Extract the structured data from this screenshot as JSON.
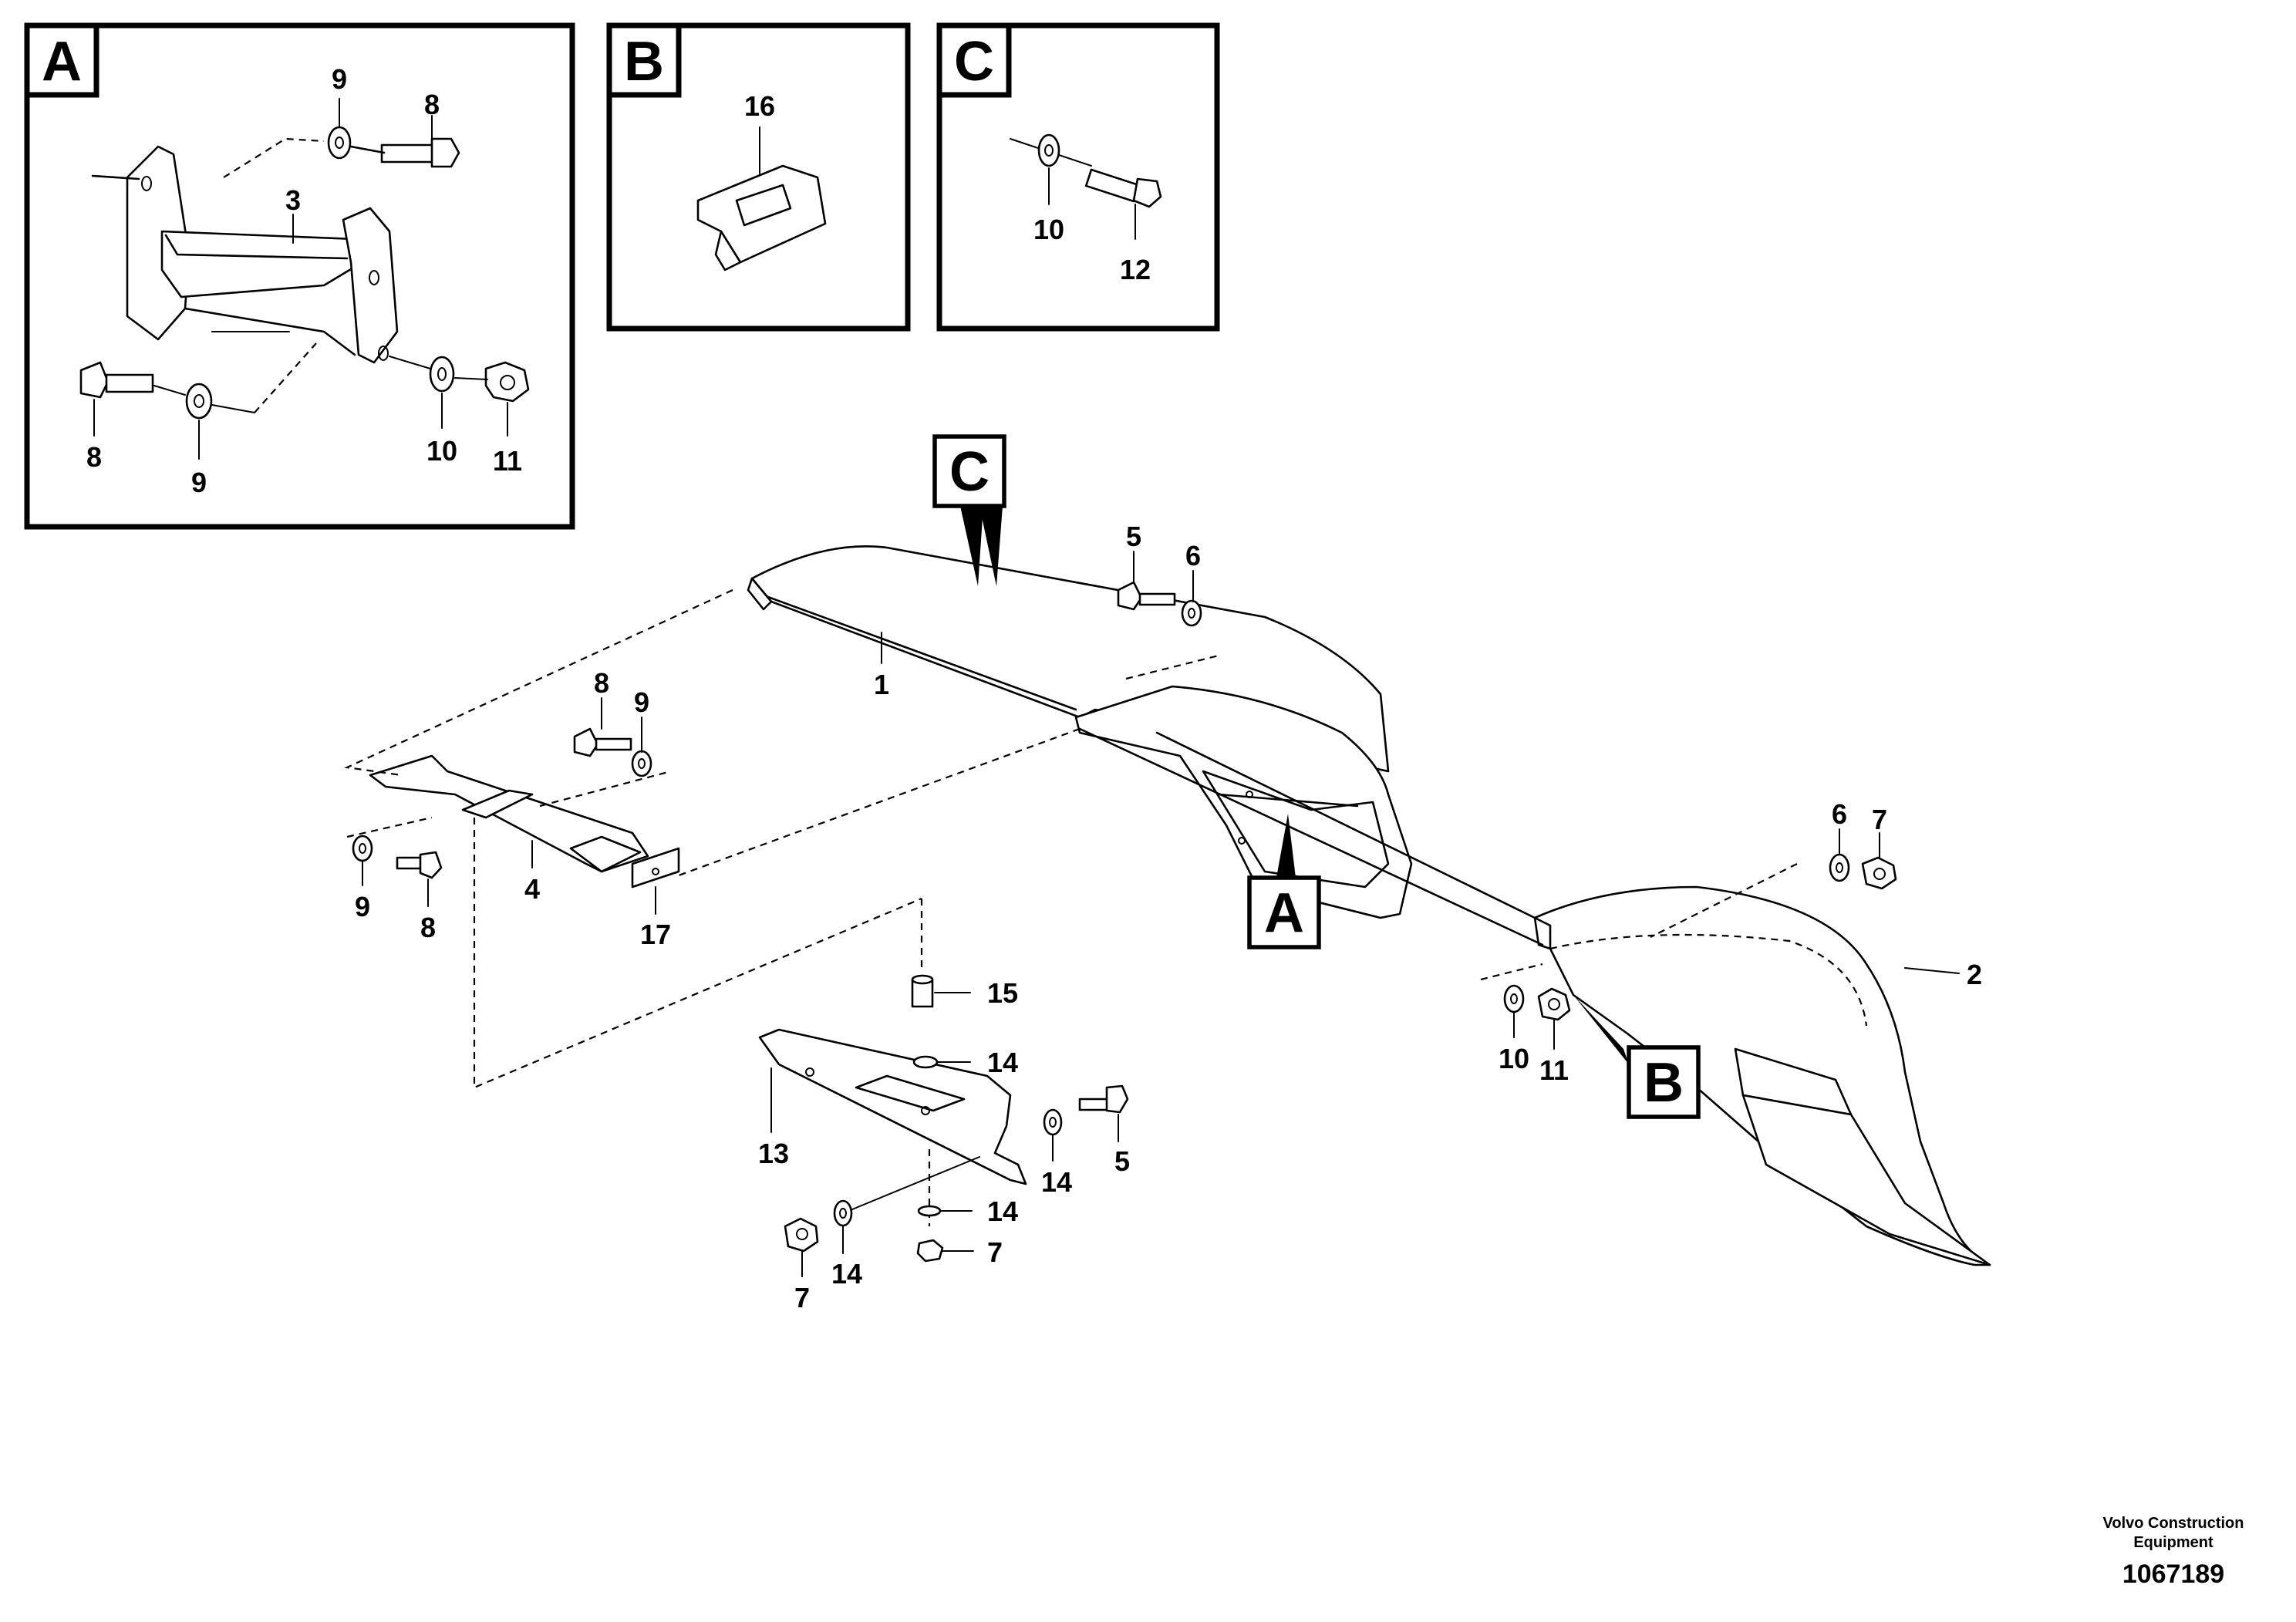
{
  "detail_views": [
    {
      "id": "A",
      "parts": [
        "9",
        "8",
        "3",
        "8",
        "9",
        "10",
        "11"
      ]
    },
    {
      "id": "B",
      "parts": [
        "16"
      ]
    },
    {
      "id": "C",
      "parts": [
        "10",
        "12"
      ]
    }
  ],
  "callout_tags": [
    "C",
    "A",
    "B"
  ],
  "main_labels": {
    "l1": "1",
    "l2": "2",
    "l4": "4",
    "l5a": "5",
    "l6a": "6",
    "l8a": "8",
    "l9a": "9",
    "l9b": "9",
    "l8b": "8",
    "l17": "17",
    "l6b": "6",
    "l7a": "7",
    "l10": "10",
    "l11": "11",
    "l15": "15",
    "l14a": "14",
    "l13": "13",
    "l14b": "14",
    "l5b": "5",
    "l14c": "14",
    "l7b": "7",
    "l7c": "7",
    "l14d": "14"
  },
  "footer": {
    "company_line1": "Volvo Construction",
    "company_line2": "Equipment",
    "drawing_number": "1067189"
  }
}
